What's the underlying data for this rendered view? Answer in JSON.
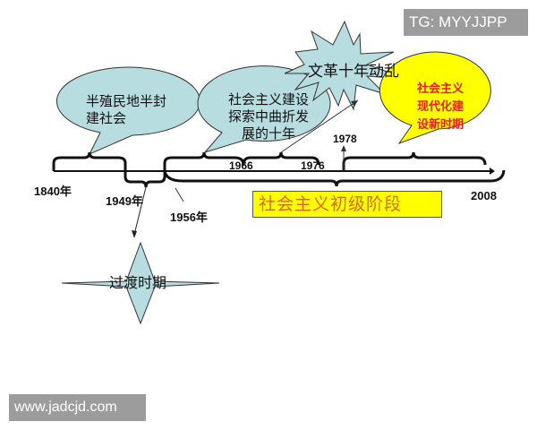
{
  "watermarks": {
    "top_right": "TG: MYYJJPP",
    "bottom_left": "www.jadcjd.com"
  },
  "timeline": {
    "years": {
      "y1840": "1840年",
      "y1949": "1949年",
      "y1956": "1956年",
      "y1966": "1966",
      "y1976": "1976",
      "y1978": "1978",
      "y2008": "2008"
    }
  },
  "callouts": {
    "semi_colonial": {
      "line1": "半殖民地半封",
      "line2": "建社会",
      "color": "#b7dde0"
    },
    "socialist_exploration": {
      "line1": "社会主义建设",
      "line2": "探索中曲折发",
      "line3": "展的十年",
      "color": "#b7dde0"
    },
    "cultural_revolution": {
      "text": "文革十年动乱",
      "color": "#b7dde0"
    },
    "modernization": {
      "line1": "社会主义",
      "line2": "现代化建",
      "line3": "设新时期",
      "color": "#ffff00",
      "text_color": "#e02020"
    },
    "transition": {
      "text": "过渡时期",
      "color": "#b7dde0"
    }
  },
  "primary_stage": {
    "label": "社会主义初级阶段",
    "bg": "#ffff00",
    "text_color": "#d2691e"
  }
}
